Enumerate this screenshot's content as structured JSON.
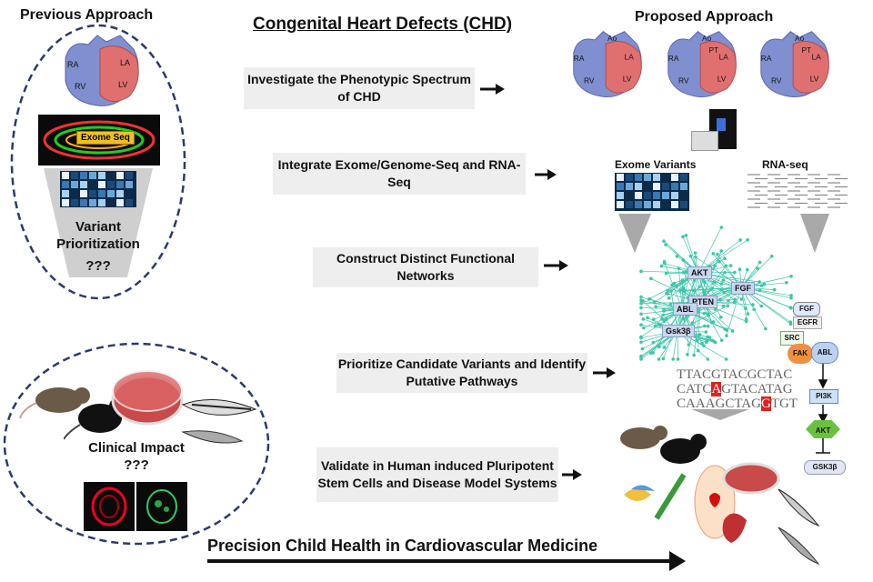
{
  "previous": {
    "title": "Previous Approach",
    "exome_label": "Exome Seq",
    "variant_label": "Variant Prioritization",
    "unknown": "???",
    "clinical_label": "Clinical  Impact",
    "clinical_unknown": "???"
  },
  "main_title": "Congenital Heart Defects (CHD)",
  "proposed_title": "Proposed  Approach",
  "steps": [
    {
      "text": "Investigate the Phenotypic Spectrum of CHD"
    },
    {
      "text": "Integrate Exome/Genome-Seq and RNA-Seq"
    },
    {
      "text": "Construct Distinct Functional Networks"
    },
    {
      "text": "Prioritize Candidate Variants and Identify Putative Pathways"
    },
    {
      "text": "Validate in  Human induced Pluripotent Stem Cells and Disease Model Systems"
    }
  ],
  "heart_labels": {
    "ra": "RA",
    "rv": "RV",
    "la": "LA",
    "lv": "LV",
    "ao": "Ao",
    "pt": "PT"
  },
  "omics": {
    "exome": "Exome Variants",
    "rna": "RNA-seq"
  },
  "network_nodes": [
    "AKT",
    "FGF",
    "PTEN",
    "ABL",
    "Gsk3β"
  ],
  "dna_lines": [
    {
      "pre": "TTACG",
      "hl": "",
      "post": "TACGCTAC"
    },
    {
      "pre": "CATC",
      "hl": "A",
      "post": "GTACATAG"
    },
    {
      "pre": "CAAAGCTAG",
      "hl": "G",
      "post": "TGT"
    }
  ],
  "pathway": [
    "FGF",
    "EGFR",
    "SRC",
    "FAK",
    "ABL",
    "PI3K",
    "AKT",
    "GSK3β"
  ],
  "footer": "Precision Child Health in Cardiovascular Medicine",
  "colors": {
    "heart_red": "#e07070",
    "heart_blue": "#7f8fd0",
    "network": "#3cc6a8",
    "arrow": "#111111"
  }
}
